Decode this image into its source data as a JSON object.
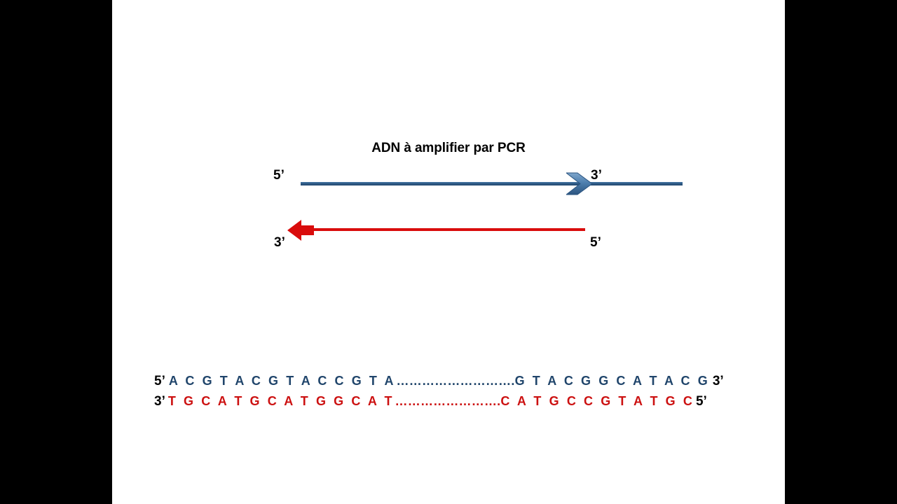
{
  "slide": {
    "background_color": "#FFFFFF",
    "letterbox_color": "#000000",
    "title": "ADN à amplifier par PCR"
  },
  "colors": {
    "blue_strand": "#2E5A86",
    "blue_text": "#20456B",
    "red_strand": "#D90C0C",
    "red_text": "#CC1111",
    "label_text": "#000000"
  },
  "diagram": {
    "title": "ADN à amplifier par PCR",
    "top_strand": {
      "name": "sense-strand",
      "left_end_label": "5’",
      "right_end_label": "3’",
      "direction": "right",
      "color": "#2E5A86"
    },
    "bottom_strand": {
      "name": "antisense-strand",
      "left_end_label": "3’",
      "right_end_label": "5’",
      "direction": "left",
      "color": "#D90C0C"
    }
  },
  "sequences": {
    "top": {
      "start_label": "5’",
      "left_bases": "A C G T A C G T A C C G T A",
      "gap": "……………………….",
      "right_bases": "G T A C G G C A T A C G",
      "end_label": "3’",
      "color": "#20456B"
    },
    "bottom": {
      "start_label": "3’",
      "left_bases": "T G C A T G C A T G G C A T",
      "gap": "…………………….",
      "right_bases": "C A T G C C G T A T G C",
      "end_label": "5’",
      "color": "#CC1111"
    }
  }
}
